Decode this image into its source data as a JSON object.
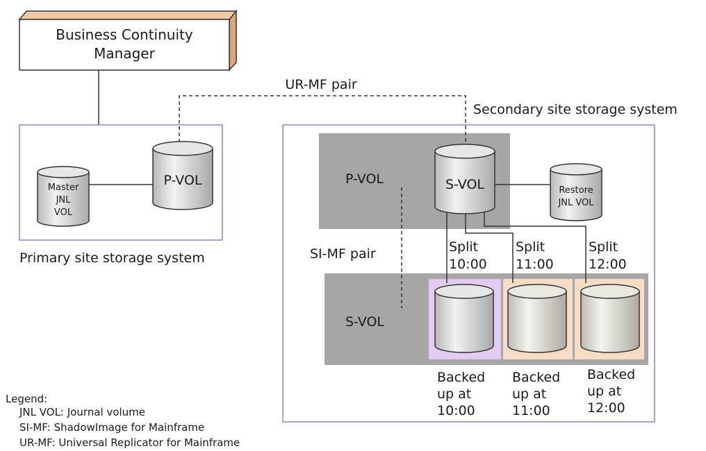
{
  "title_box": {
    "line1": "Business Continuity",
    "line2": "Manager"
  },
  "ur_pair_label": "UR-MF pair",
  "si_pair_label": "SI-MF pair",
  "primary": {
    "caption": "Primary site storage system",
    "pvol_label": "P-VOL",
    "master_jnl": [
      "Master",
      "JNL",
      "VOL"
    ]
  },
  "secondary": {
    "caption": "Secondary site storage system",
    "pvol_row_label": "P-VOL",
    "svol_row_label": "S-VOL",
    "svol_label": "S-VOL",
    "restore_jnl": [
      "Restore",
      "JNL VOL"
    ],
    "splits": [
      {
        "line1": "Split",
        "line2": "10:00"
      },
      {
        "line1": "Split",
        "line2": "11:00"
      },
      {
        "line1": "Split",
        "line2": "12:00"
      }
    ],
    "backups": [
      {
        "line1": "Backed",
        "line2": "up at",
        "line3": "10:00"
      },
      {
        "line1": "Backed",
        "line2": "up at",
        "line3": "11:00"
      },
      {
        "line1": "Backed",
        "line2": "up at",
        "line3": "12:00"
      }
    ]
  },
  "legend": {
    "title": "Legend:",
    "items": [
      "JNL VOL: Journal volume",
      "SI-MF: ShadowImage for Mainframe",
      "UR-MF: Universal Replicator for Mainframe"
    ]
  },
  "colors": {
    "frame": "#9a7fb5",
    "gray_band": "#a6a6a6",
    "box_3d": "#d9a77e",
    "highlight_purple": "#e2cdf0",
    "highlight_orange": "#f6dcc4",
    "cylinder_fill": "#d0d0d0"
  }
}
